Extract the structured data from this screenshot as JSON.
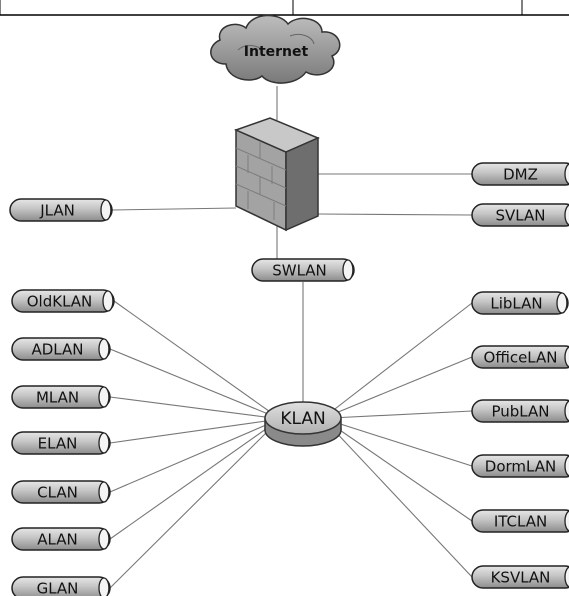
{
  "internet": "Internet",
  "firewall": "firewall",
  "core": "KLAN",
  "firewall_links": {
    "left": [
      "JLAN"
    ],
    "right": [
      "DMZ",
      "SVLAN"
    ],
    "bottom": "SWLAN"
  },
  "core_links": {
    "left": [
      "OldKLAN",
      "ADLAN",
      "MLAN",
      "ELAN",
      "CLAN",
      "ALAN",
      "GLAN"
    ],
    "right": [
      "LibLAN",
      "OfficeLAN",
      "PubLAN",
      "DormLAN",
      "ITCLAN",
      "KSVLAN"
    ]
  },
  "colors": {
    "pipe_fill": "#bcbcbc",
    "pipe_end": "#ffffff",
    "line": "#888888",
    "cloud": "#9a9a9a",
    "firewall_front": "#9b9b9b",
    "firewall_side": "#6e6e6e"
  }
}
